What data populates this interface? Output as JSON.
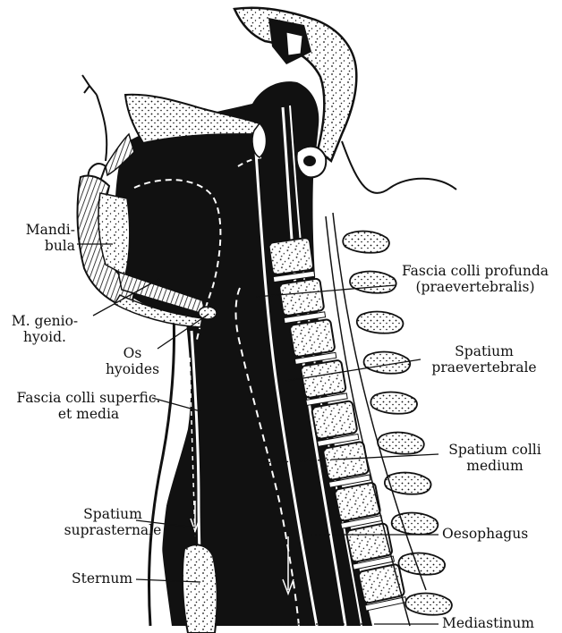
{
  "labels": {
    "mandibula_1": "Mandi-",
    "mandibula_2": "bula",
    "genio_1": "M. genio-",
    "genio_2": "hyoid.",
    "hyoides_1": "Os",
    "hyoides_2": "hyoides",
    "superfic_1": "Fascia colli superfic.",
    "superfic_2": "et media",
    "suprasternale_1": "Spatium",
    "suprasternale_2": "suprasternale",
    "sternum": "Sternum",
    "profunda_1": "Fascia colli profunda",
    "profunda_2": "(praevertebralis)",
    "praevert_1": "Spatium",
    "praevert_2": "praevertebrale",
    "medium_1": "Spatium colli",
    "medium_2": "medium",
    "oesophagus": "Oesophagus",
    "mediastinum": "Mediastinum"
  },
  "colors": {
    "ink": "#111111",
    "paper": "#ffffff"
  }
}
